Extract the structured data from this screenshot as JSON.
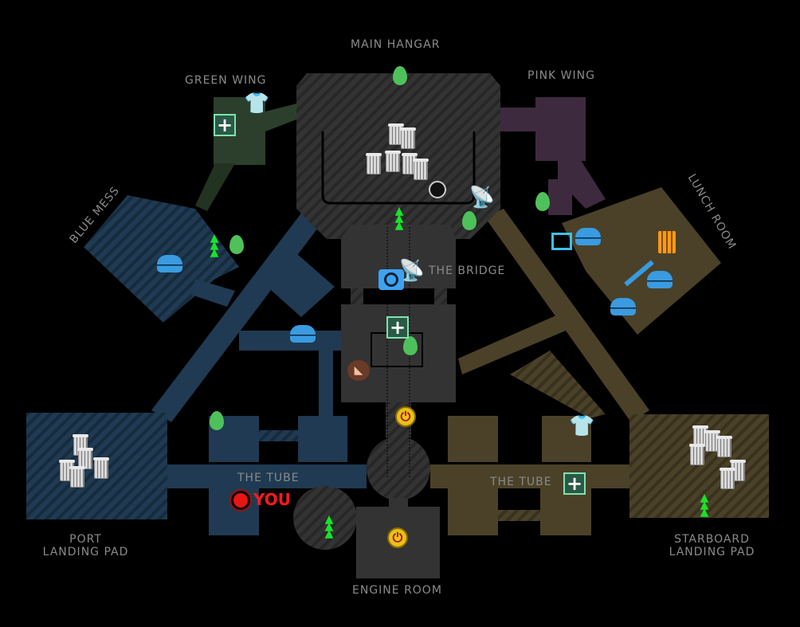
{
  "map": {
    "rooms": {
      "main_hangar": "MAIN HANGAR",
      "green_wing": "GREEN WING",
      "pink_wing": "PINK WING",
      "blue_mess": "BLUE MESS",
      "lunch_room": "LUNCH ROOM",
      "the_bridge": "THE BRIDGE",
      "the_tube_left": "THE TUBE",
      "the_tube_right": "THE TUBE",
      "port_landing_pad_1": "PORT",
      "port_landing_pad_2": "LANDING PAD",
      "starboard_landing_pad_1": "STARBOARD",
      "starboard_landing_pad_2": "LANDING PAD",
      "engine_room": "ENGINE ROOM"
    },
    "player_marker": "YOU"
  },
  "colors": {
    "hangar": "#333333",
    "blue_zone": "#1f3a52",
    "olive_zone": "#4a4128",
    "pink_zone": "#3e2a3e",
    "green_zone": "#2c3f2c",
    "player": "#e81515",
    "label": "#8a8a8a"
  }
}
